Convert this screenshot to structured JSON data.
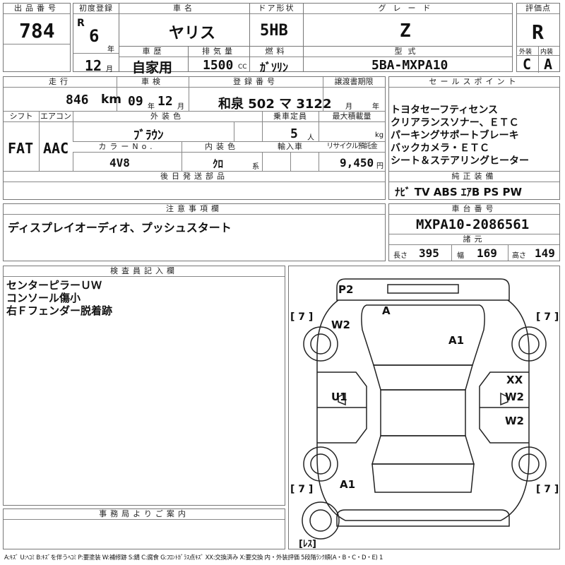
{
  "labels": {
    "lot_no": "出品番号",
    "first_reg": "初度登録",
    "car_name": "車名",
    "door": "ドア形状",
    "grade": "グレード",
    "score": "評価点",
    "history": "車歴",
    "displacement": "排気量",
    "fuel": "燃料",
    "model_code": "型式",
    "exterior": "外装",
    "interior": "内装",
    "year_unit": "年",
    "month_unit": "月",
    "cc_unit": "CC",
    "mileage": "走行",
    "inspection": "車検",
    "registration": "登録番号",
    "transfer": "譲渡書期限",
    "sales_points": "セールスポイント",
    "shift": "シフト",
    "aircon": "エアコン",
    "ext_color": "外装色",
    "capacity": "乗車定員",
    "max_load": "最大積載量",
    "color_no": "カラーNo.",
    "int_color": "内装色",
    "import": "輸入車",
    "recycle": "リサイクル預託金",
    "km_unit": "km",
    "persons_unit": "人",
    "kg_unit": "kg",
    "yen_unit": "円",
    "kei_unit": "系",
    "yr": "年",
    "mo": "月",
    "later_parts": "後日発送部品",
    "std_equipment": "純正装備",
    "notes": "注意事項欄",
    "chassis": "車台番号",
    "dims": "諸元",
    "length": "長さ",
    "width": "幅",
    "height": "高さ",
    "inspector": "検査員記入欄",
    "office": "事務局よりご案内"
  },
  "vehicle": {
    "lot_no": "784",
    "era": "R",
    "year": "6",
    "month": "12",
    "car_name": "ヤリス",
    "door": "5HB",
    "grade": "Z",
    "score": "R",
    "history": "自家用",
    "displacement": "1500",
    "fuel": "ｶﾞｿﾘﾝ",
    "model_code": "5BA-MXPA10",
    "exterior_grade": "C",
    "interior_grade": "A",
    "mileage": "846",
    "inspection_year": "09",
    "inspection_month": "12",
    "plate": "和泉 502 マ 3122",
    "shift": "FAT",
    "aircon": "AAC",
    "ext_color": "ﾌﾞﾗｳﾝ",
    "capacity": "5",
    "color_no": "4V8",
    "int_color": "ｸﾛ",
    "recycle": "9,450",
    "chassis_no": "MXPA10-2086561",
    "length": "395",
    "width": "169",
    "height": "149"
  },
  "sales_points": [
    "トヨタセーフティセンス",
    "クリアランスソナー、ＥＴＣ",
    "パーキングサポートブレーキ",
    "バックカメラ・ＥＴＣ",
    "シート＆ステアリングヒーター"
  ],
  "equipment": "ﾅﾋﾞ  TV  ABS  ｴｱB  PS  PW",
  "notes_text": "ディスプレイオーディオ、プッシュスタート",
  "inspector_notes": [
    "センターピラーＵＷ",
    "コンソール傷小",
    "右Ｆフェンダー脱着跡"
  ],
  "diagram": {
    "p2": "P2",
    "a_front": "A",
    "w2_left": "W2",
    "a1_hood": "A1",
    "xx": "XX",
    "w2_r1": "W2",
    "u1": "U1",
    "w2_r2": "W2",
    "a1_rear": "A1",
    "tire_fl": "[ 7 ]",
    "tire_fr": "[ 7 ]",
    "tire_rl": "[ 7 ]",
    "tire_rr": "[ 7 ]",
    "spare": "[ﾚｽ]"
  },
  "legend": "A:ｷｽﾞ U:ﾍｺﾐ B:ｷｽﾞを伴うﾍｺﾐ P:要塗装 W:補修跡 S:錆 C:腐食 G:ﾌﾛﾝﾄｶﾞﾗｽ点ｷｽﾞ XX:交換済み X:要交換  内・外装評価 5段階ﾗﾝｸ順(A・B・C・D・E) 1"
}
